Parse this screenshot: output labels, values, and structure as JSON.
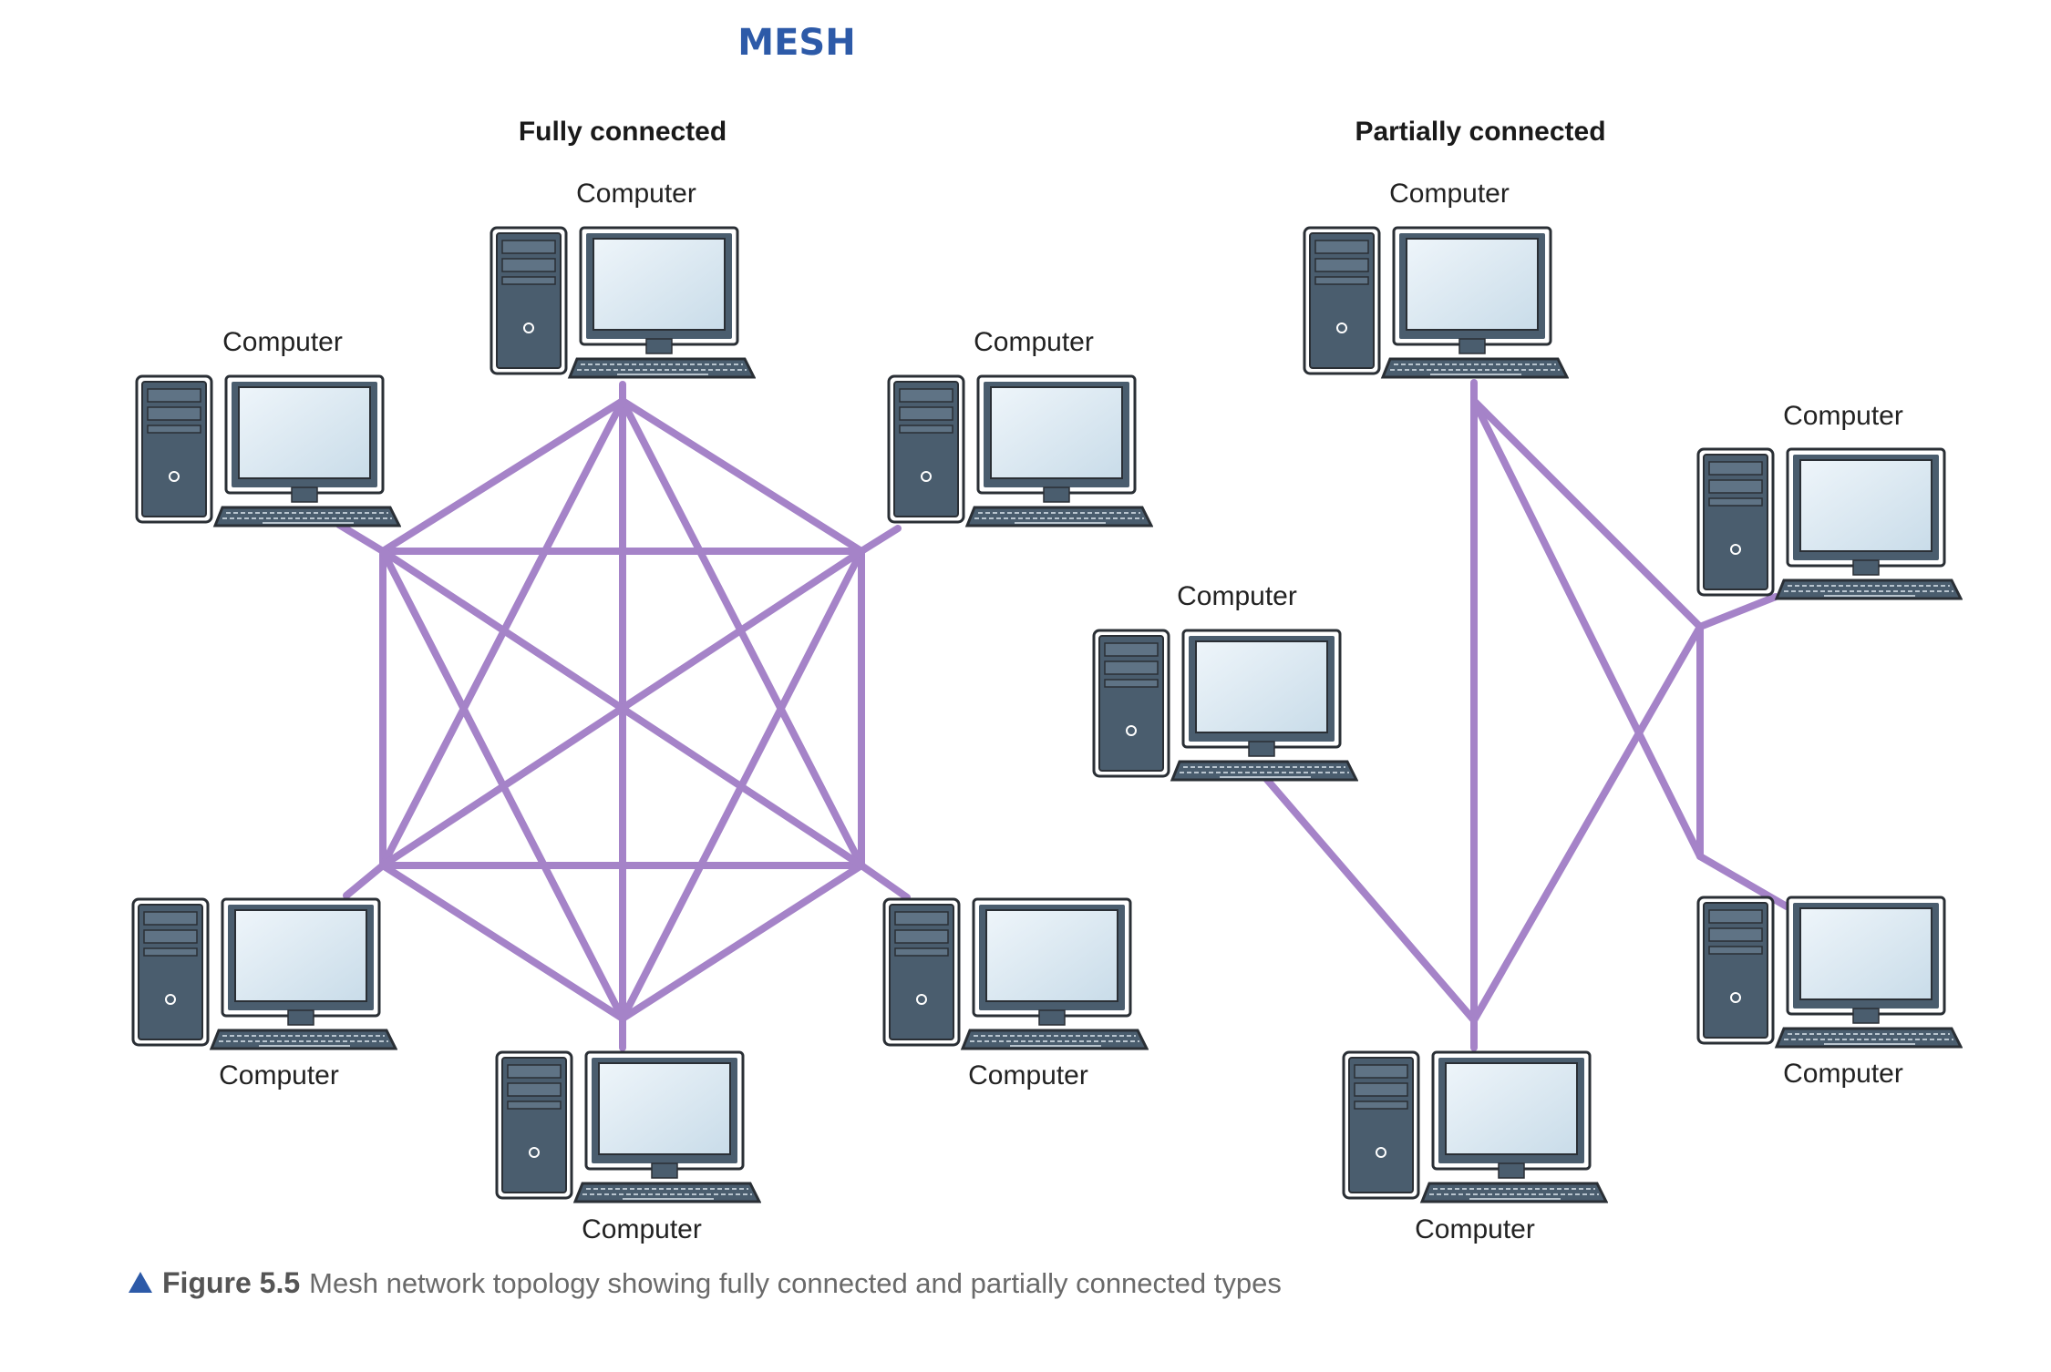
{
  "title": "MESH",
  "fully": {
    "heading": "Fully connected",
    "computers": [
      "Computer",
      "Computer",
      "Computer",
      "Computer",
      "Computer",
      "Computer"
    ]
  },
  "partially": {
    "heading": "Partially connected",
    "computers": [
      "Computer",
      "Computer",
      "Computer",
      "Computer",
      "Computer"
    ]
  },
  "caption": {
    "label": "Figure 5.5",
    "text": "Mesh network topology showing fully connected and partially connected types"
  },
  "colors": {
    "link": "#a583c8",
    "title": "#2d5aa8",
    "caption_marker": "#2d5aa8",
    "screen": "#dbe8f2",
    "case": "#4a5d6e"
  },
  "icons": [
    "computer-icon",
    "caption-triangle-icon"
  ]
}
